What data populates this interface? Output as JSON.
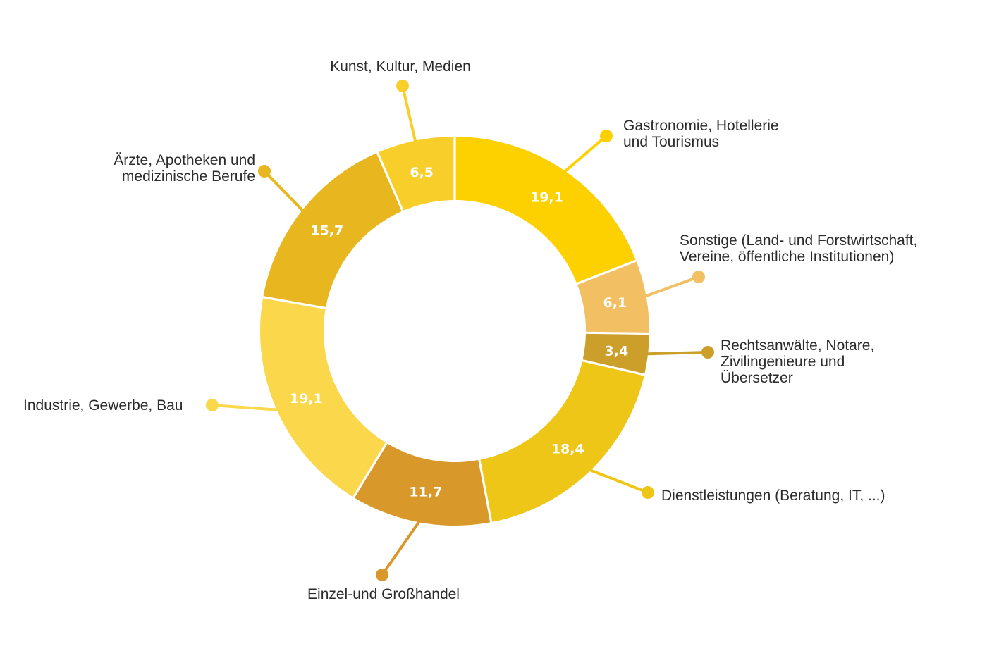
{
  "chart_data": {
    "type": "pie",
    "variant": "donut",
    "categories": [
      "Gastronomie, Hotellerie und Tourismus",
      "Sonstige (Land- und Forstwirtschaft, Vereine, öffentliche Institutionen)",
      "Rechtsanwälte, Notare, Zivilingenieure und Übersetzer",
      "Dienstleistungen (Beratung, IT, ...)",
      "Einzel-und Großhandel",
      "Industrie, Gewerbe, Bau",
      "Ärzte, Apotheken und medizinische Berufe",
      "Kunst, Kultur, Medien"
    ],
    "values": [
      19.1,
      6.1,
      3.4,
      18.4,
      11.7,
      19.1,
      15.7,
      6.5
    ],
    "value_labels": [
      "19,1",
      "6,1",
      "3,4",
      "18,4",
      "11,7",
      "19,1",
      "15,7",
      "6,5"
    ],
    "label_lines": [
      [
        "Gastronomie, Hotellerie",
        "und Tourismus"
      ],
      [
        "Sonstige (Land- und Forstwirtschaft,",
        "Vereine, öffentliche Institutionen)"
      ],
      [
        "Rechtsanwälte, Notare,",
        "Zivilingenieure und",
        "Übersetzer"
      ],
      [
        "Dienstleistungen (Beratung, IT, ...)"
      ],
      [
        "Einzel-und Großhandel"
      ],
      [
        "Industrie, Gewerbe, Bau"
      ],
      [
        "Ärzte, Apotheken und",
        "medizinische Berufe"
      ],
      [
        "Kunst, Kultur, Medien"
      ]
    ],
    "colors": [
      "#FDD000",
      "#F2C063",
      "#CC9F2B",
      "#EEC618",
      "#D8992A",
      "#FBD84B",
      "#E8B71F",
      "#F7CE2A"
    ],
    "legend": "none"
  }
}
